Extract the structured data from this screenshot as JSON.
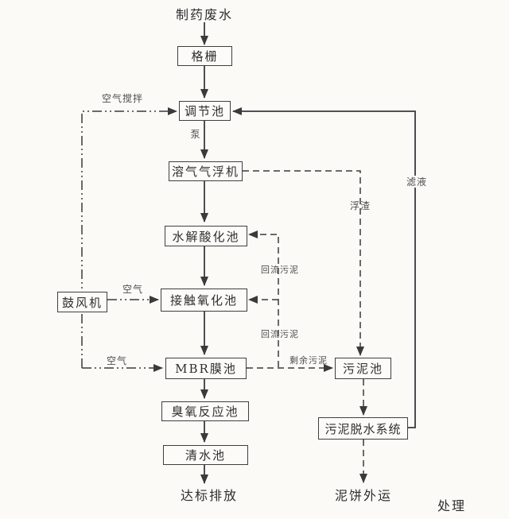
{
  "diagram": {
    "kind": "process-flow",
    "colors": {
      "background": "#fbfaf7",
      "line": "#3a3a3a",
      "box_border": "#3f3f3f",
      "box_fill": "#fcfbf8",
      "text": "#2e2e2e"
    },
    "nodes": {
      "influent": "制药废水",
      "grid": "格栅",
      "regulating_tank": "调节池",
      "daf": "溶气气浮机",
      "hydrolysis_tank": "水解酸化池",
      "contact_oxidation_tank": "接触氧化池",
      "mbr_tank": "MBR膜池",
      "ozone_tank": "臭氧反应池",
      "clean_water_tank": "清水池",
      "discharge": "达标排放",
      "blower": "鼓风机",
      "sludge_tank": "污泥池",
      "sludge_dewatering": "污泥脱水系统",
      "mud_cake_out": "泥饼外运",
      "treatment": "处理"
    },
    "edge_labels": {
      "air_mixing": "空气搅拌",
      "pump": "泵",
      "air_to_oxidation": "空气",
      "air_to_mbr": "空气",
      "return_sludge_upper": "回流污泥",
      "return_sludge_lower": "回流污泥",
      "excess_sludge": "剩余污泥",
      "scum": "浮渣",
      "filtrate": "滤液"
    }
  }
}
